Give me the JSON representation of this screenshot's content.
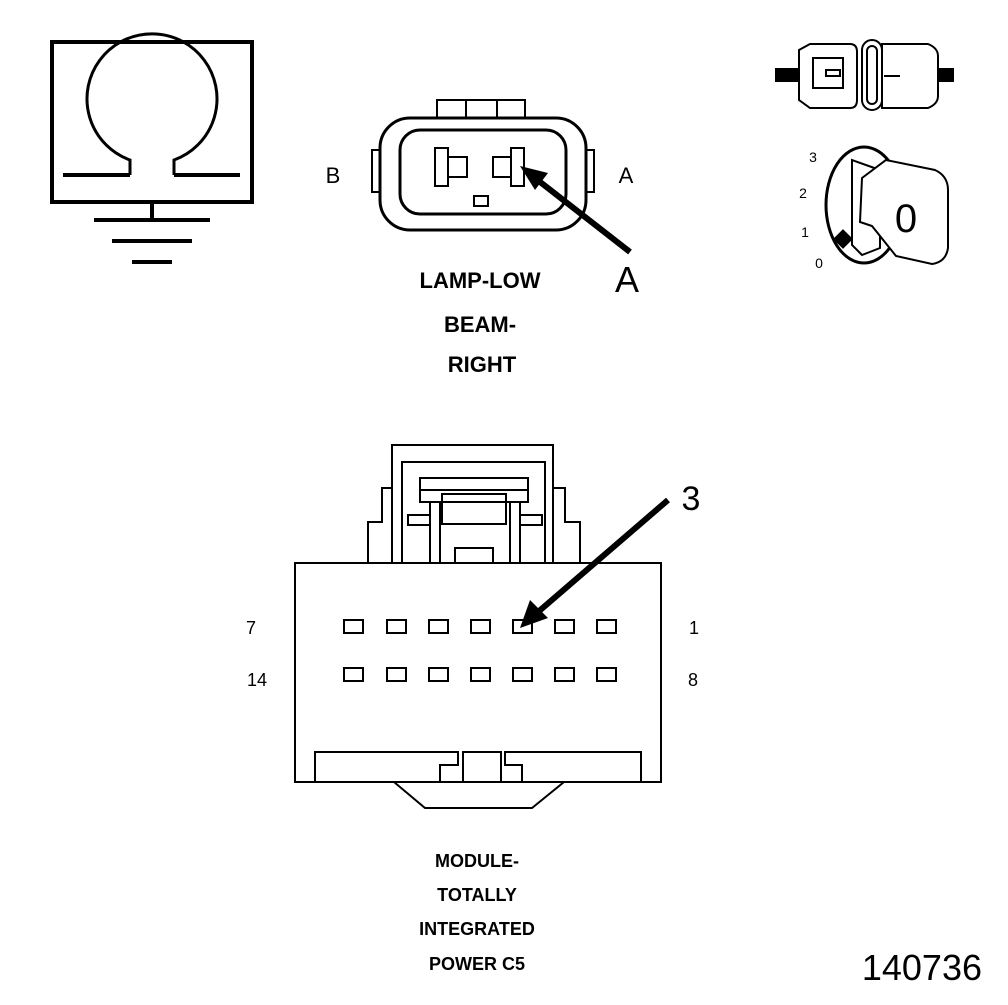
{
  "low_beam_connector": {
    "terminal_left": "B",
    "terminal_right": "A",
    "callout": "A",
    "title_lines": [
      "LAMP-LOW",
      "BEAM-",
      "RIGHT"
    ]
  },
  "tipm_connector": {
    "callout": "3",
    "pin_row1_left": "7",
    "pin_row1_right": "1",
    "pin_row2_left": "14",
    "pin_row2_right": "8",
    "title_lines": [
      "MODULE-",
      "TOTALLY",
      "INTEGRATED",
      "POWER C5"
    ]
  },
  "ignition_key": {
    "positions": [
      "3",
      "2",
      "1",
      "0"
    ],
    "key_label": "0"
  },
  "figure_number": "140736"
}
